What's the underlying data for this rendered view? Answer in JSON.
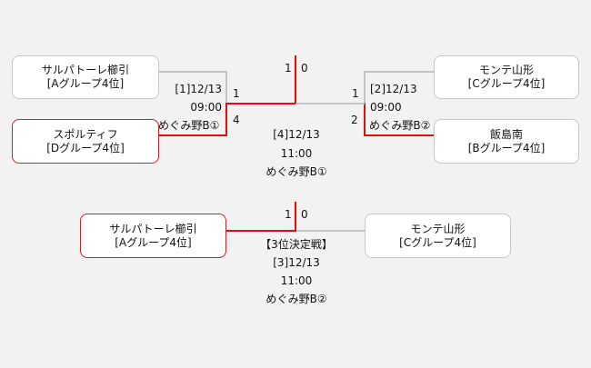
{
  "semifinal_1": {
    "top_team": {
      "name": "サルパトーレ櫛引",
      "group": "[Aグループ4位]"
    },
    "bottom_team": {
      "name": "スポルティフ",
      "group": "[Dグループ4位]"
    },
    "match": {
      "number": "[1]",
      "date": "12/13",
      "time": "09:00",
      "venue": "めぐみ野B①"
    },
    "score_top": "1",
    "score_bottom": "4"
  },
  "semifinal_2": {
    "top_team": {
      "name": "モンテ山形",
      "group": "[Cグループ4位]"
    },
    "bottom_team": {
      "name": "飯島南",
      "group": "[Bグループ4位]"
    },
    "match": {
      "number": "[2]",
      "date": "12/13",
      "time": "09:00",
      "venue": "めぐみ野B②"
    },
    "score_top": "1",
    "score_bottom": "2"
  },
  "final": {
    "score_left": "1",
    "score_right": "0",
    "match": {
      "number": "[4]",
      "date": "12/13",
      "time": "11:00",
      "venue": "めぐみ野B①"
    }
  },
  "third_place": {
    "left_team": {
      "name": "サルパトーレ櫛引",
      "group": "[Aグループ4位]"
    },
    "right_team": {
      "name": "モンテ山形",
      "group": "[Cグループ4位]"
    },
    "score_left": "1",
    "score_right": "0",
    "title": "【3位決定戦】",
    "match": {
      "number": "[3]",
      "date": "12/13",
      "time": "11:00",
      "venue": "めぐみ野B②"
    }
  },
  "colors": {
    "win_line": "#e20f0f",
    "lose_line": "#c4c4c4",
    "win_border": "#cc2222",
    "box_border": "#c7c7c7"
  }
}
